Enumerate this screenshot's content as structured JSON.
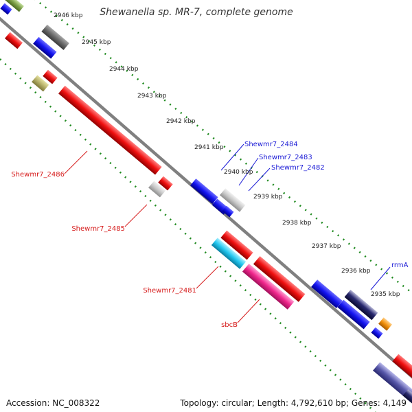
{
  "title": "Shewanella sp. MR-7, complete genome",
  "accession": "Accession: NC_008322",
  "topology": "Topology: circular; Length: 4,792,610 bp; Genes: 4,149",
  "colors": {
    "backbone": "#808080",
    "dotted_track": "#1f8a1f",
    "forward_label": "#1a1ad6",
    "reverse_label": "#d61a1a"
  },
  "kbp_ticks": [
    "2946 kbp",
    "2945 kbp",
    "2944 kbp",
    "2943 kbp",
    "2942 kbp",
    "2941 kbp",
    "2940 kbp",
    "2939 kbp",
    "2938 kbp",
    "2937 kbp",
    "2936 kbp",
    "2935 kbp"
  ],
  "gene_labels": {
    "shewmr7_2484": "Shewmr7_2484",
    "shewmr7_2483": "Shewmr7_2483",
    "shewmr7_2482": "Shewmr7_2482",
    "rrmA": "rrmA",
    "shewmr7_2486": "Shewmr7_2486",
    "shewmr7_2485": "Shewmr7_2485",
    "shewmr7_2481": "Shewmr7_2481",
    "sbcB": "sbcB"
  }
}
